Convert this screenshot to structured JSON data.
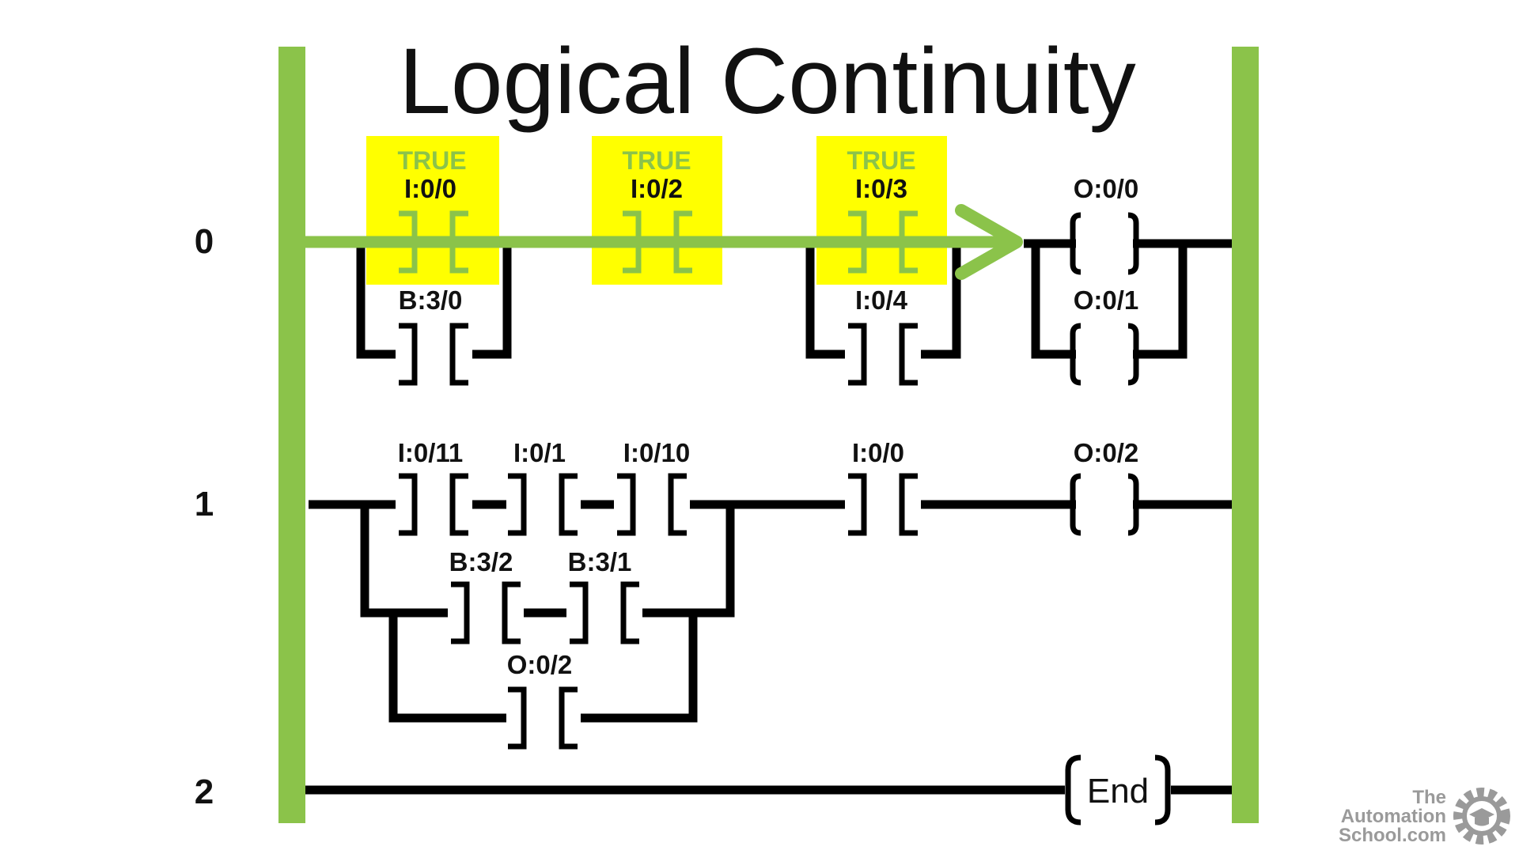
{
  "title": "Logical Continuity",
  "colors": {
    "rail": "#8bc34a",
    "highlight": "#ffff00",
    "true_text": "#8bc34a",
    "flow_arrow": "#8bc34a",
    "wire": "#000000",
    "brand": "#9a9a9a"
  },
  "rungs": [
    {
      "number": "0",
      "instructions": [
        {
          "type": "XIC",
          "address": "I:0/0",
          "state": "TRUE",
          "highlighted": true
        },
        {
          "type": "XIC",
          "address": "B:3/0",
          "branch": true
        },
        {
          "type": "XIC",
          "address": "I:0/2",
          "state": "TRUE",
          "highlighted": true
        },
        {
          "type": "XIC",
          "address": "I:0/3",
          "state": "TRUE",
          "highlighted": true
        },
        {
          "type": "XIC",
          "address": "I:0/4",
          "branch": true
        },
        {
          "type": "OTE",
          "address": "O:0/0"
        },
        {
          "type": "OTE",
          "address": "O:0/1",
          "branch": true
        }
      ]
    },
    {
      "number": "1",
      "instructions": [
        {
          "type": "XIC",
          "address": "I:0/11"
        },
        {
          "type": "XIC",
          "address": "I:0/1"
        },
        {
          "type": "XIC",
          "address": "I:0/10"
        },
        {
          "type": "XIC",
          "address": "B:3/2",
          "branch": true
        },
        {
          "type": "XIC",
          "address": "B:3/1",
          "branch": true
        },
        {
          "type": "XIC",
          "address": "O:0/2",
          "branch": true
        },
        {
          "type": "XIC",
          "address": "I:0/0"
        },
        {
          "type": "OTE",
          "address": "O:0/2"
        }
      ]
    },
    {
      "number": "2",
      "instructions": [
        {
          "type": "END",
          "label": "End"
        }
      ]
    }
  ],
  "flow_arrow": {
    "meaning": "power flow through true contacts"
  },
  "brand": {
    "line1": "The",
    "line2": "Automation",
    "line3": "School.com",
    "icon": "gear-graduation-cap-icon"
  }
}
